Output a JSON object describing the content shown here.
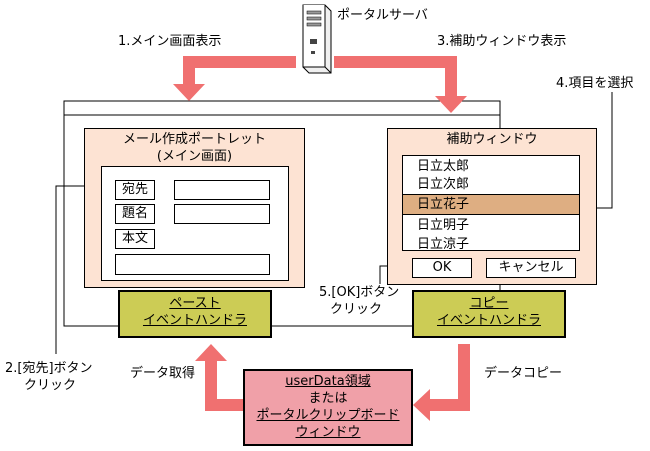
{
  "server": {
    "label": "ポータルサーバ",
    "icon": "server-icon"
  },
  "steps": {
    "step1": "1.メイン画面表示",
    "step2_line1": "2.[宛先]ボタン",
    "step2_line2": "クリック",
    "step3": "3.補助ウィンドウ表示",
    "step4": "4.項目を選択",
    "step5_line1": "5.[OK]ボタン",
    "step5_line2": "クリック"
  },
  "portlet": {
    "title_line1": "メール作成ポートレット",
    "title_line2": "(メイン画面)",
    "fields": {
      "to": "宛先",
      "subject": "題名",
      "body": "本文"
    }
  },
  "sub_window": {
    "title": "補助ウィンドウ",
    "items": [
      "日立太郎",
      "日立次郎",
      "日立花子",
      "日立明子",
      "日立涼子"
    ],
    "selected_index": 2,
    "ok_label": "OK",
    "cancel_label": "キャンセル"
  },
  "handlers": {
    "paste_line1": "ペースト",
    "paste_line2": "イベントハンドラ",
    "copy_line1": "コピー",
    "copy_line2": "イベントハンドラ"
  },
  "storage": {
    "line1": "userData領域",
    "line2": "または",
    "line3": "ポータルクリップボード",
    "line4": "ウィンドウ"
  },
  "flows": {
    "data_get": "データ取得",
    "data_copy": "データコピー"
  },
  "colors": {
    "arrow": "#f07070",
    "panel": "#fde3d3",
    "handler": "#cccc55",
    "storage": "#f0a0a8",
    "selected": "#deae82"
  }
}
